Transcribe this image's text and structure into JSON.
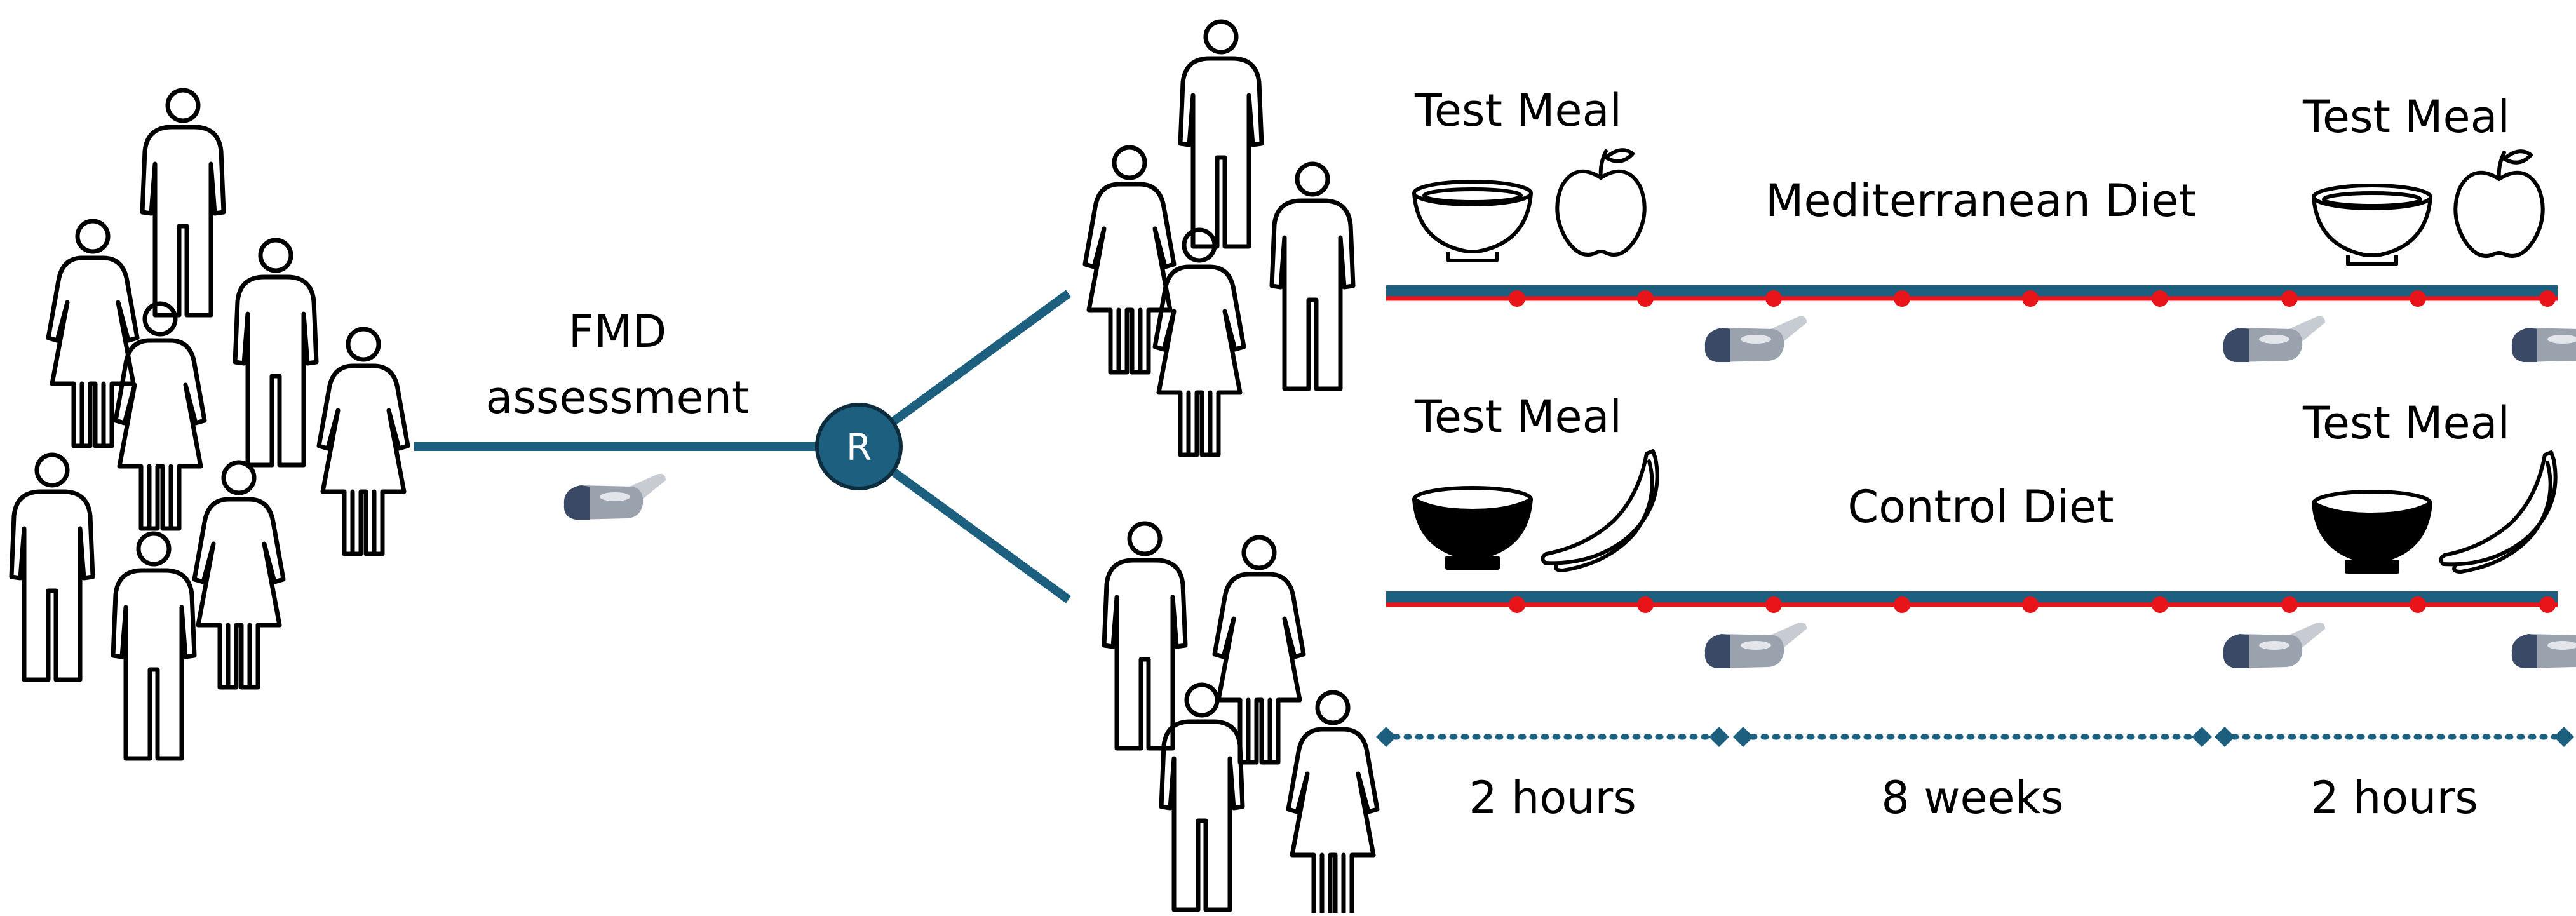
{
  "colors": {
    "timeline": "#1d5f7f",
    "measure_line": "#e8141a",
    "measure_dot": "#e8141a",
    "randomize_fill": "#1d5f7f",
    "probe_body": "#9aa3ad",
    "probe_head": "#3a4a66",
    "figure_stroke": "#000000"
  },
  "icons": {
    "person": "person-icon",
    "probe": "ultrasound-probe-icon",
    "bowl": "bowl-icon",
    "apple": "apple-icon",
    "banana": "banana-icon"
  },
  "baseline": {
    "label_line1": "FMD",
    "label_line2": "assessment"
  },
  "randomization": {
    "label": "R"
  },
  "arms": [
    {
      "diet": "Mediterranean Diet",
      "meal_left": "Test Meal",
      "meal_right": "Test Meal",
      "bowl_style": "outline",
      "fruit": "apple"
    },
    {
      "diet": "Control Diet",
      "meal_left": "Test Meal",
      "meal_right": "Test Meal",
      "bowl_style": "filled",
      "fruit": "banana"
    }
  ],
  "periods": [
    {
      "label": "2 hours"
    },
    {
      "label": "8 weeks"
    },
    {
      "label": "2 hours"
    }
  ]
}
